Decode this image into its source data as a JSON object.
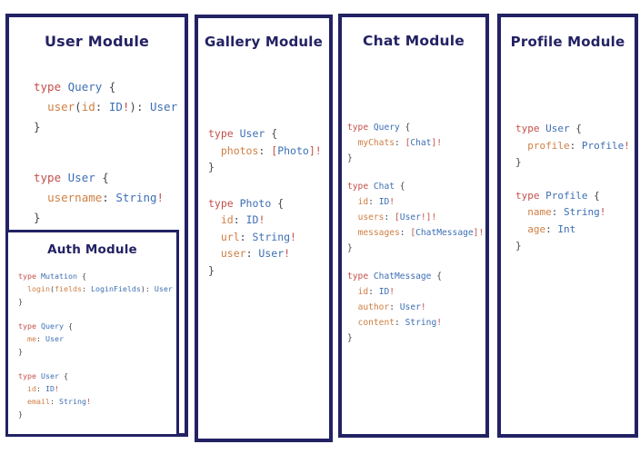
{
  "colors": {
    "navy": "#232264",
    "k": "#c3504b",
    "t": "#3d6fb4",
    "f": "#cf7f44",
    "p": "#45474f",
    "r": "#c3504b"
  },
  "panels": [
    {
      "title": "User Module",
      "blocks": [
        [
          [
            [
              "k",
              "type "
            ],
            [
              "t",
              "Query "
            ],
            [
              "p",
              "{"
            ]
          ],
          [
            [
              "p",
              "  "
            ],
            [
              "f",
              "user"
            ],
            [
              "p",
              "("
            ],
            [
              "f",
              "id"
            ],
            [
              "p",
              ": "
            ],
            [
              "t",
              "ID"
            ],
            [
              "r",
              "!"
            ],
            [
              "p",
              "): "
            ],
            [
              "t",
              "User"
            ]
          ],
          [
            [
              "p",
              "}"
            ]
          ]
        ],
        [
          [
            [
              "k",
              "type "
            ],
            [
              "t",
              "User "
            ],
            [
              "p",
              "{"
            ]
          ],
          [
            [
              "p",
              "  "
            ],
            [
              "f",
              "username"
            ],
            [
              "p",
              ": "
            ],
            [
              "t",
              "String"
            ],
            [
              "r",
              "!"
            ]
          ],
          [
            [
              "p",
              "}"
            ]
          ]
        ]
      ]
    },
    {
      "title": "Gallery Module",
      "blocks": [
        [
          [
            [
              "k",
              "type "
            ],
            [
              "t",
              "User "
            ],
            [
              "p",
              "{"
            ]
          ],
          [
            [
              "p",
              "  "
            ],
            [
              "f",
              "photos"
            ],
            [
              "p",
              ": "
            ],
            [
              "r",
              "["
            ],
            [
              "t",
              "Photo"
            ],
            [
              "r",
              "]!"
            ]
          ],
          [
            [
              "p",
              "}"
            ]
          ]
        ],
        [
          [
            [
              "k",
              "type "
            ],
            [
              "t",
              "Photo "
            ],
            [
              "p",
              "{"
            ]
          ],
          [
            [
              "p",
              "  "
            ],
            [
              "f",
              "id"
            ],
            [
              "p",
              ": "
            ],
            [
              "t",
              "ID"
            ],
            [
              "r",
              "!"
            ]
          ],
          [
            [
              "p",
              "  "
            ],
            [
              "f",
              "url"
            ],
            [
              "p",
              ": "
            ],
            [
              "t",
              "String"
            ],
            [
              "r",
              "!"
            ]
          ],
          [
            [
              "p",
              "  "
            ],
            [
              "f",
              "user"
            ],
            [
              "p",
              ": "
            ],
            [
              "t",
              "User"
            ],
            [
              "r",
              "!"
            ]
          ],
          [
            [
              "p",
              "}"
            ]
          ]
        ]
      ]
    },
    {
      "title": "Chat Module",
      "blocks": [
        [
          [
            [
              "k",
              "type "
            ],
            [
              "t",
              "Query "
            ],
            [
              "p",
              "{"
            ]
          ],
          [
            [
              "p",
              "  "
            ],
            [
              "f",
              "myChats"
            ],
            [
              "p",
              ": "
            ],
            [
              "r",
              "["
            ],
            [
              "t",
              "Chat"
            ],
            [
              "r",
              "]!"
            ]
          ],
          [
            [
              "p",
              "}"
            ]
          ]
        ],
        [
          [
            [
              "k",
              "type "
            ],
            [
              "t",
              "Chat "
            ],
            [
              "p",
              "{"
            ]
          ],
          [
            [
              "p",
              "  "
            ],
            [
              "f",
              "id"
            ],
            [
              "p",
              ": "
            ],
            [
              "t",
              "ID"
            ],
            [
              "r",
              "!"
            ]
          ],
          [
            [
              "p",
              "  "
            ],
            [
              "f",
              "users"
            ],
            [
              "p",
              ": "
            ],
            [
              "r",
              "["
            ],
            [
              "t",
              "User"
            ],
            [
              "r",
              "!]!"
            ]
          ],
          [
            [
              "p",
              "  "
            ],
            [
              "f",
              "messages"
            ],
            [
              "p",
              ": "
            ],
            [
              "r",
              "["
            ],
            [
              "t",
              "ChatMessage"
            ],
            [
              "r",
              "]!"
            ]
          ],
          [
            [
              "p",
              "}"
            ]
          ]
        ],
        [
          [
            [
              "k",
              "type "
            ],
            [
              "t",
              "ChatMessage "
            ],
            [
              "p",
              "{"
            ]
          ],
          [
            [
              "p",
              "  "
            ],
            [
              "f",
              "id"
            ],
            [
              "p",
              ": "
            ],
            [
              "t",
              "ID"
            ],
            [
              "r",
              "!"
            ]
          ],
          [
            [
              "p",
              "  "
            ],
            [
              "f",
              "author"
            ],
            [
              "p",
              ": "
            ],
            [
              "t",
              "User"
            ],
            [
              "r",
              "!"
            ]
          ],
          [
            [
              "p",
              "  "
            ],
            [
              "f",
              "content"
            ],
            [
              "p",
              ": "
            ],
            [
              "t",
              "String"
            ],
            [
              "r",
              "!"
            ]
          ],
          [
            [
              "p",
              "}"
            ]
          ]
        ]
      ]
    },
    {
      "title": "Profile Module",
      "blocks": [
        [
          [
            [
              "k",
              "type "
            ],
            [
              "t",
              "User "
            ],
            [
              "p",
              "{"
            ]
          ],
          [
            [
              "p",
              "  "
            ],
            [
              "f",
              "profile"
            ],
            [
              "p",
              ": "
            ],
            [
              "t",
              "Profile"
            ],
            [
              "r",
              "!"
            ]
          ],
          [
            [
              "p",
              "}"
            ]
          ]
        ],
        [
          [
            [
              "k",
              "type "
            ],
            [
              "t",
              "Profile "
            ],
            [
              "p",
              "{"
            ]
          ],
          [
            [
              "p",
              "  "
            ],
            [
              "f",
              "name"
            ],
            [
              "p",
              ": "
            ],
            [
              "t",
              "String"
            ],
            [
              "r",
              "!"
            ]
          ],
          [
            [
              "p",
              "  "
            ],
            [
              "f",
              "age"
            ],
            [
              "p",
              ": "
            ],
            [
              "t",
              "Int"
            ]
          ],
          [
            [
              "p",
              "}"
            ]
          ]
        ]
      ]
    }
  ],
  "auth": {
    "title": "Auth Module",
    "blocks": [
      [
        [
          [
            "k",
            "type "
          ],
          [
            "t",
            "Mutation "
          ],
          [
            "p",
            "{"
          ]
        ],
        [
          [
            "p",
            "  "
          ],
          [
            "f",
            "login"
          ],
          [
            "p",
            "("
          ],
          [
            "f",
            "fields"
          ],
          [
            "p",
            ": "
          ],
          [
            "t",
            "LoginFields"
          ],
          [
            "p",
            "): "
          ],
          [
            "t",
            "User"
          ]
        ],
        [
          [
            "p",
            "}"
          ]
        ]
      ],
      [
        [
          [
            "k",
            "type "
          ],
          [
            "t",
            "Query "
          ],
          [
            "p",
            "{"
          ]
        ],
        [
          [
            "p",
            "  "
          ],
          [
            "f",
            "me"
          ],
          [
            "p",
            ": "
          ],
          [
            "t",
            "User"
          ]
        ],
        [
          [
            "p",
            "}"
          ]
        ]
      ],
      [
        [
          [
            "k",
            "type "
          ],
          [
            "t",
            "User "
          ],
          [
            "p",
            "{"
          ]
        ],
        [
          [
            "p",
            "  "
          ],
          [
            "f",
            "id"
          ],
          [
            "p",
            ": "
          ],
          [
            "t",
            "ID"
          ],
          [
            "r",
            "!"
          ]
        ],
        [
          [
            "p",
            "  "
          ],
          [
            "f",
            "email"
          ],
          [
            "p",
            ": "
          ],
          [
            "t",
            "String"
          ],
          [
            "r",
            "!"
          ]
        ],
        [
          [
            "p",
            "}"
          ]
        ]
      ]
    ]
  }
}
